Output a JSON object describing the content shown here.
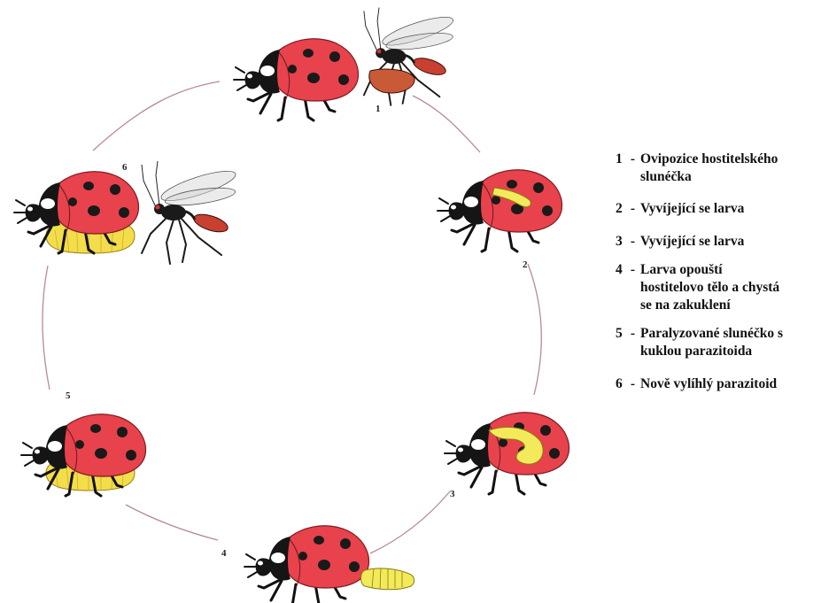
{
  "stages": [
    {
      "number": "1",
      "description": "Ovipozice hostitelského\nslunéčka"
    },
    {
      "number": "2",
      "description": "Vyvíjející se larva"
    },
    {
      "number": "3",
      "description": "Vyvíjející se larva"
    },
    {
      "number": "4",
      "description": "Larva opouští\nhostitelovo tělo a chystá\nse na zakuklení"
    },
    {
      "number": "5",
      "description": "Paralyzované slunéčko s\nkuklou parazitoida"
    },
    {
      "number": "6",
      "description": "Nově vylíhlý parazitoid"
    }
  ],
  "legend_separator": "-",
  "colors": {
    "ladybird_red": "#e8424c",
    "ladybird_spot": "#1a1a1a",
    "larva_yellow": "#f2ea5a",
    "cocoon_yellow": "#f3dd4a",
    "wasp_body": "#1a1a1a",
    "wasp_abdomen": "#c8402f",
    "cycle_line": "#b88a98"
  },
  "icons": [
    "ladybird-icon",
    "wasp-icon",
    "larva-icon",
    "cocoon-icon"
  ]
}
